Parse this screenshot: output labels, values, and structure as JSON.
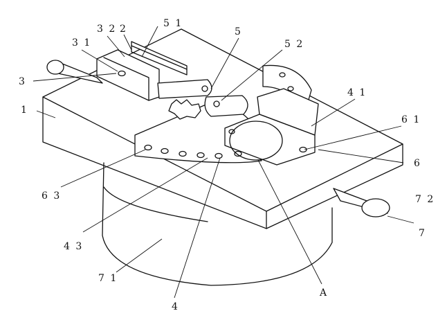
{
  "figure": {
    "labels": {
      "l1": "1",
      "l2": "2",
      "l3": "3",
      "l31": "3 1",
      "l32": "3 2",
      "l4": "4",
      "l41": "4 1",
      "l43": "4 3",
      "l5": "5",
      "l51": "5 1",
      "l52": "5 2",
      "l6": "6",
      "l61": "6 1",
      "l63": "6 3",
      "l7": "7",
      "l71": "7 1",
      "l72": "7 2",
      "lA": "A"
    }
  }
}
